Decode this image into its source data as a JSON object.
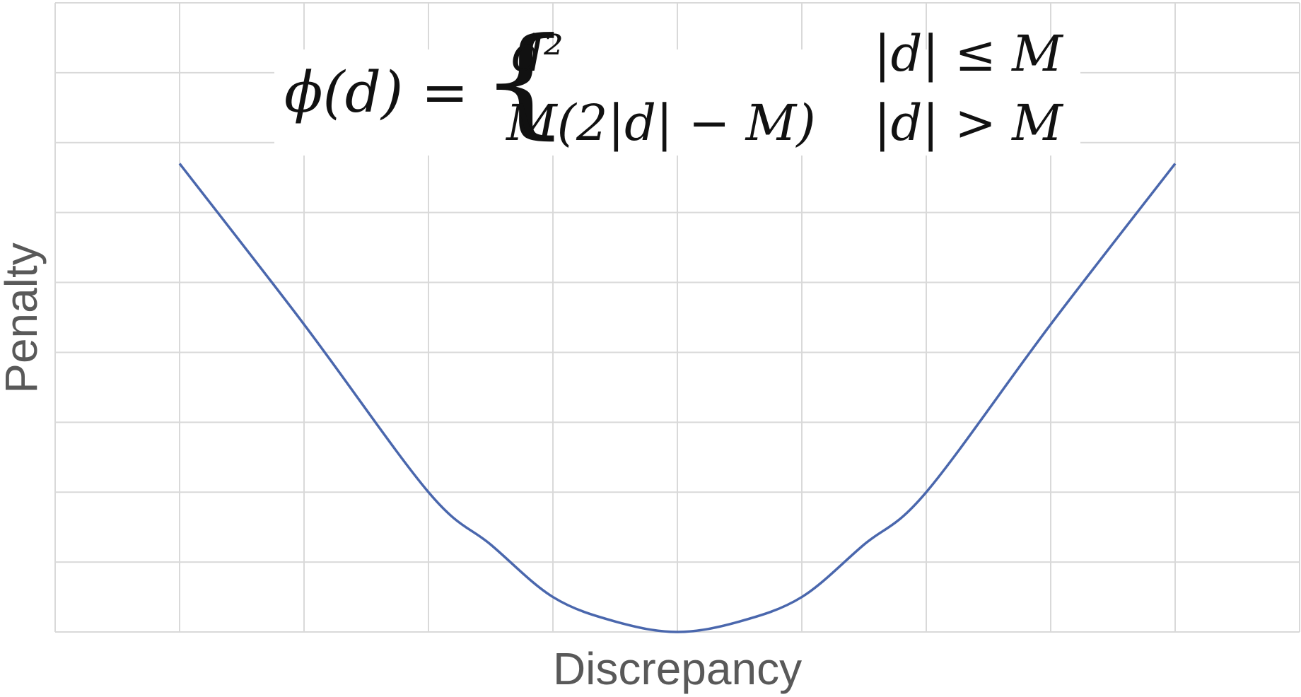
{
  "chart_data": {
    "type": "line",
    "title": "",
    "xlabel": "Discrepancy",
    "ylabel": "Penalty",
    "grid": true,
    "x_tick_labels": [],
    "y_tick_labels": [],
    "xlim": [
      -4,
      4
    ],
    "ylim": [
      0,
      9
    ],
    "series": [
      {
        "x": [
          -4,
          -3,
          -2,
          -1.5,
          -1,
          -0.5,
          0,
          0.5,
          1,
          1.5,
          2,
          3,
          4
        ],
        "y": [
          6.7,
          4.4,
          2.0,
          1.25,
          0.5,
          0.15,
          0,
          0.15,
          0.5,
          1.25,
          2.0,
          4.4,
          6.7
        ]
      }
    ],
    "colors": {
      "curve": "#4a67ad",
      "grid": "#d9d9d9",
      "label": "#595959"
    },
    "annotation": {
      "lhs": "ϕ(d) =",
      "case1_expr": "d²",
      "case1_cond": "|d| ≤ M",
      "case2_expr": "M(2|d| − M)",
      "case2_cond": "|d| > M"
    }
  }
}
